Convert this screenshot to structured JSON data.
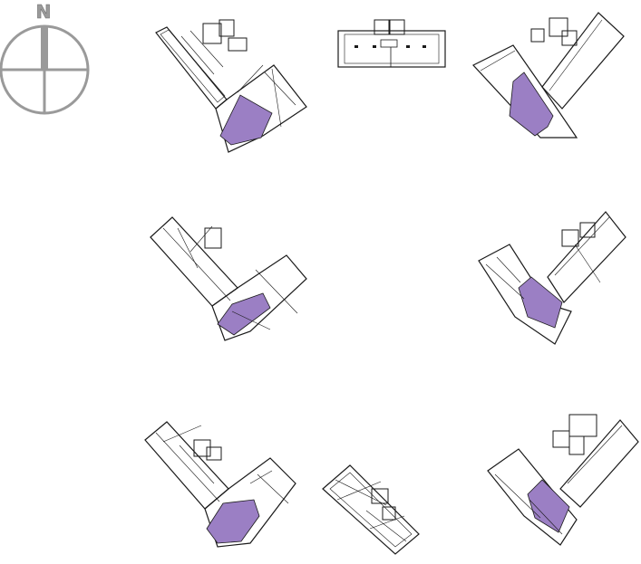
{
  "compass": {
    "north_label": "N",
    "icon": "north-arrow-compass-icon",
    "color": "#9a9a9a"
  },
  "plan": {
    "line_color": "#1a1a1a",
    "highlight_color": "#9b7fc4",
    "units": [
      {
        "id": "unit-1",
        "type": "l-shaped-building-opening-north-west",
        "highlighted": true
      },
      {
        "id": "unit-2",
        "type": "straight-bar-building",
        "highlighted": false
      },
      {
        "id": "unit-3",
        "type": "l-shaped-building-opening-north-east",
        "highlighted": true
      },
      {
        "id": "unit-4",
        "type": "l-shaped-building-opening-north-west",
        "highlighted": true
      },
      {
        "id": "unit-5",
        "type": "l-shaped-building-opening-north-east",
        "highlighted": true
      },
      {
        "id": "unit-6",
        "type": "l-shaped-building-opening-north-west",
        "highlighted": true
      },
      {
        "id": "unit-7",
        "type": "diagonal-bar-building",
        "highlighted": false
      },
      {
        "id": "unit-8",
        "type": "l-shaped-building-opening-north-east",
        "highlighted": true
      }
    ]
  }
}
